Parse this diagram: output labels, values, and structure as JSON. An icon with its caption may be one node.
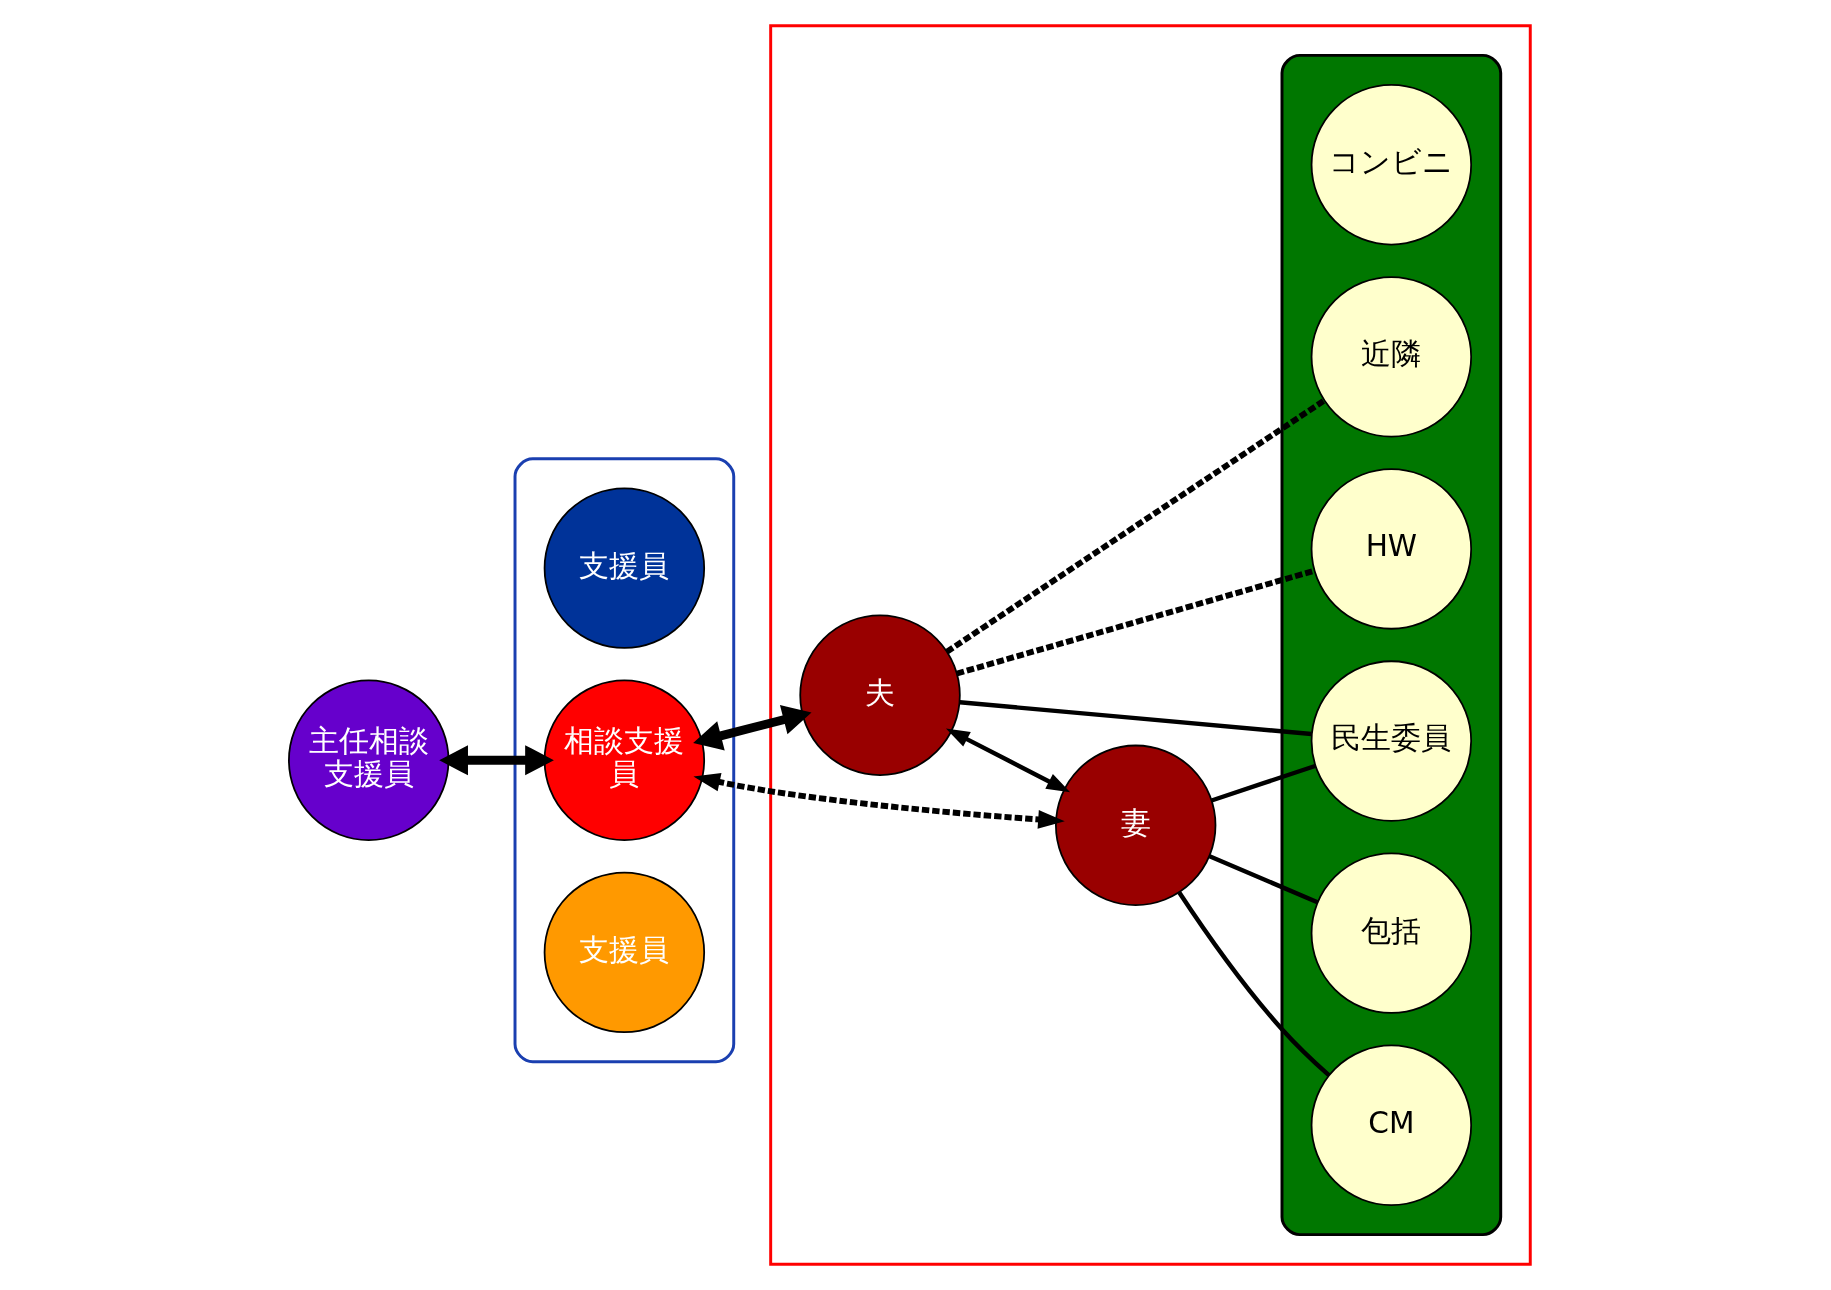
{
  "diagram": {
    "nodes": [
      {
        "text": [
          "主任相談支援員"
        ]
      },
      {
        "text": [],
        "shape": "box"
      },
      {
        "text": [
          "支援員"
        ],
        "in": 1
      },
      {
        "text": [
          "相談支援員"
        ],
        "in": 1
      },
      {
        "text": [
          "支援員"
        ],
        "in": 1
      },
      {
        "text": [],
        "shape": "box"
      },
      {
        "text": [
          "夫"
        ],
        "in": 5
      },
      {
        "text": [
          "妻"
        ],
        "in": 5
      },
      {
        "text": [],
        "shape": "band",
        "in": 5
      },
      {
        "text": [
          "コンビニ"
        ],
        "in": 8
      },
      {
        "text": [
          "近隣"
        ],
        "in": 8
      },
      {
        "text": [
          "民生委員"
        ],
        "in": 8
      },
      {
        "text": [
          "HW"
        ],
        "in": 8
      },
      {
        "text": [
          "包括"
        ],
        "in": 8
      },
      {
        "text": [
          "CM"
        ],
        "in": 8
      }
    ],
    "edges": [
      {
        "from": 0,
        "to": 3,
        "arrow": "both",
        "style": "thick"
      },
      {
        "from": 3,
        "to": 6,
        "arrow": "both",
        "style": "thick"
      },
      {
        "from": 3,
        "to": 7,
        "arrow": "both",
        "style": "dashed"
      },
      {
        "from": 6,
        "to": 7,
        "arrow": "both"
      },
      {
        "from": 6,
        "to": 10,
        "arrow": "none",
        "style": "dashed"
      },
      {
        "from": 6,
        "to": 11,
        "arrow": "none"
      },
      {
        "from": 6,
        "to": 12,
        "arrow": "none",
        "style": "dashed"
      },
      {
        "from": 7,
        "to": 11,
        "arrow": "none"
      },
      {
        "from": 7,
        "to": 13,
        "arrow": "none"
      },
      {
        "from": 7,
        "to": 14,
        "arrow": "none"
      }
    ]
  }
}
